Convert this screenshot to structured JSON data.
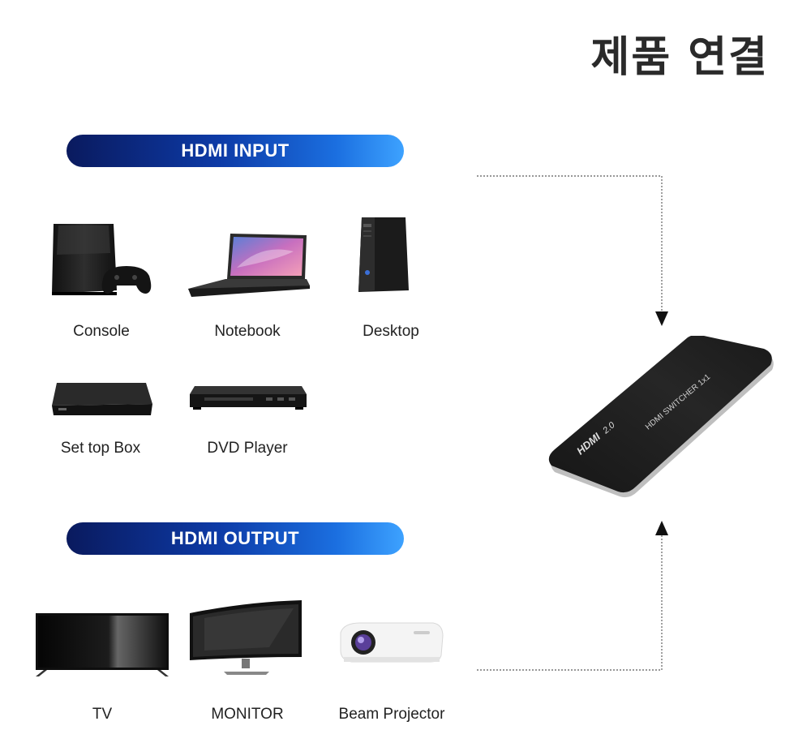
{
  "title": "제품 연결",
  "input": {
    "header": "HDMI INPUT",
    "devices": [
      {
        "label": "Console",
        "icon": "console-icon"
      },
      {
        "label": "Notebook",
        "icon": "notebook-icon"
      },
      {
        "label": "Desktop",
        "icon": "desktop-icon"
      },
      {
        "label": "Set top Box",
        "icon": "settop-box-icon"
      },
      {
        "label": "DVD Player",
        "icon": "dvd-player-icon"
      }
    ]
  },
  "output": {
    "header": "HDMI OUTPUT",
    "devices": [
      {
        "label": "TV",
        "icon": "tv-icon"
      },
      {
        "label": "MONITOR",
        "icon": "monitor-icon"
      },
      {
        "label": "Beam Projector",
        "icon": "projector-icon"
      }
    ]
  },
  "switcher": {
    "logo_text": "HDMI",
    "version_text": "2.0",
    "model_text": "HDMI SWITCHER 1x1"
  },
  "colors": {
    "pill_dark": "#0a1a5e",
    "pill_light": "#3da2ff",
    "device_body": "#1e1e1e"
  }
}
